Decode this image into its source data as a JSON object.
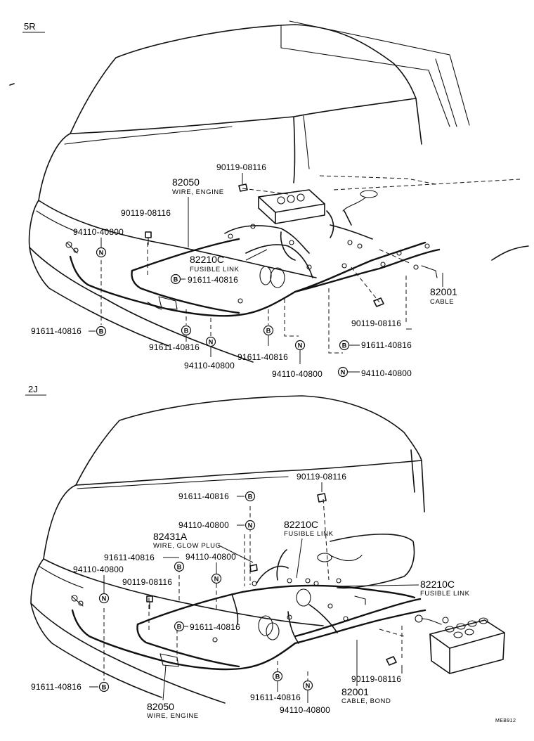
{
  "sections": [
    {
      "id": "5R",
      "label": "5R",
      "callouts": {
        "bolt_top": "90119-08116",
        "wire_engine_num": "82050",
        "wire_engine_name": "WIRE, ENGINE",
        "bolt_left": "90119-08116",
        "nut_left": "94110-40800",
        "fusible_num": "82210C",
        "fusible_name": "FUSIBLE LINK",
        "bolt_b_mid": "91611-40816",
        "cable_num": "82001",
        "cable_name": "CABLE",
        "bolt_right": "90119-08116",
        "bolt_b_left": "91611-40816",
        "bolt_b_bottom1": "91611-40816",
        "nut_bottom1": "94110-40800",
        "bolt_b_bottom2": "91611-40816",
        "nut_bottom2": "94110-40800",
        "bolt_b_right": "91611-40816",
        "nut_right": "94110-40800"
      }
    },
    {
      "id": "2J",
      "label": "2J",
      "callouts": {
        "bolt_b_top": "91611-40816",
        "bolt_top_right": "90119-08116",
        "nut_top": "94110-40800",
        "fusible1_num": "82210C",
        "fusible1_name": "FUSIBLE LINK",
        "glow_num": "82431A",
        "glow_name": "WIRE, GLOW PLUG",
        "bolt_b_upper": "91611-40816",
        "nut_upper": "94110-40800",
        "nut_left": "94110-40800",
        "bolt_left": "90119-08116",
        "fusible2_num": "82210C",
        "fusible2_name": "FUSIBLE LINK",
        "bolt_b_mid": "91611-40816",
        "bolt_b_left": "91611-40816",
        "engine_num": "82050",
        "engine_name": "WIRE, ENGINE",
        "bolt_b_bottom": "91611-40816",
        "nut_bottom": "94110-40800",
        "bond_num": "82001",
        "bond_name": "CABLE, BOND",
        "bolt_battery": "90119-08116"
      }
    }
  ],
  "marks": {
    "b": "B",
    "n": "N"
  },
  "code": "MEB912"
}
